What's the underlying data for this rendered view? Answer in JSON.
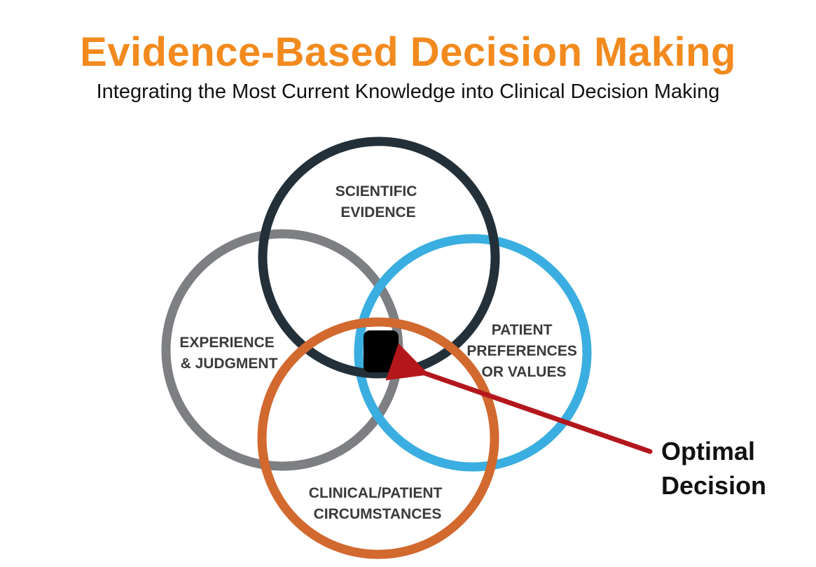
{
  "title": "Evidence-Based Decision Making",
  "subtitle": "Integrating the Most Current Knowledge into Clinical Decision Making",
  "colors": {
    "title": "#f28a1e",
    "scientific_evidence": "#233039",
    "experience_judgment": "#7d7f82",
    "patient_preferences": "#3aaee0",
    "clinical_circumstances": "#d2692f",
    "arrow": "#b3171c",
    "optimal_region": "#000000"
  },
  "circles": {
    "scientific": {
      "line1": "SCIENTIFIC",
      "line2": "EVIDENCE"
    },
    "experience": {
      "line1": "EXPERIENCE",
      "line2": "& JUDGMENT"
    },
    "patient": {
      "line1": "PATIENT",
      "line2": "PREFERENCES",
      "line3": "OR VALUES"
    },
    "clinical": {
      "line1": "CLINICAL/PATIENT",
      "line2": "CIRCUMSTANCES"
    }
  },
  "callout": {
    "line1": "Optimal",
    "line2": "Decision"
  }
}
